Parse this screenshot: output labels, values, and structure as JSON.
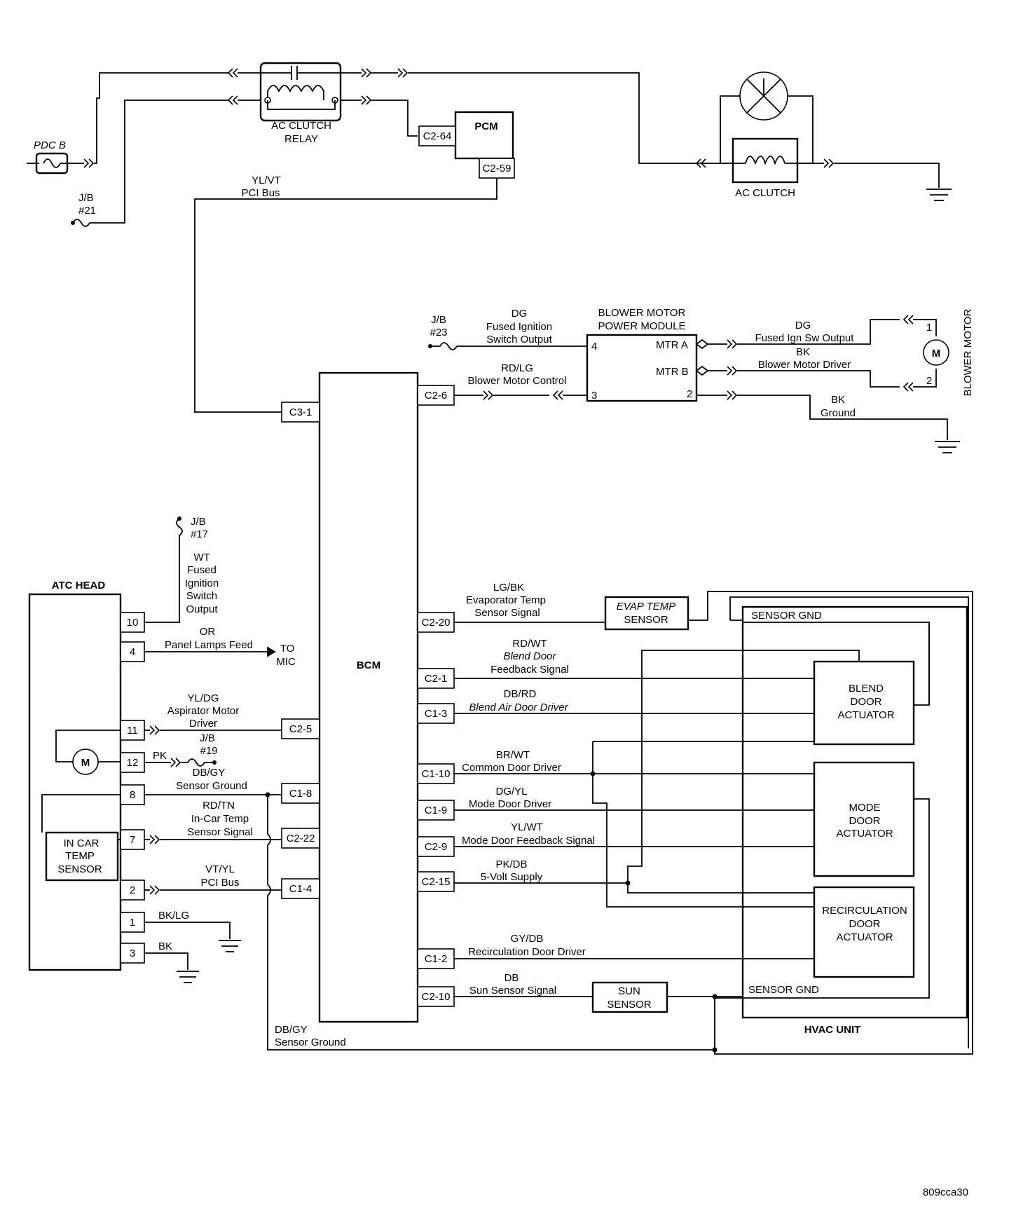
{
  "components": {
    "pdc_b": "PDC B",
    "jb_21": [
      "J/B",
      "#21"
    ],
    "ac_clutch_relay": [
      "AC CLUTCH",
      "RELAY"
    ],
    "pcm": "PCM",
    "ac_clutch": "AC CLUTCH",
    "blower_motor": "BLOWER MOTOR",
    "blower_module": [
      "BLOWER MOTOR",
      "POWER MODULE"
    ],
    "jb_23": [
      "J/B",
      "#23"
    ],
    "bcm": "BCM",
    "jb_17": [
      "J/B",
      "#17"
    ],
    "jb_19": [
      "J/B",
      "#19"
    ],
    "atc_head": "ATC HEAD",
    "in_car_temp_sensor": [
      "IN CAR",
      "TEMP",
      "SENSOR"
    ],
    "to_mic": [
      "TO",
      "MIC"
    ],
    "evap_temp_sensor": [
      "EVAP TEMP",
      "SENSOR"
    ],
    "blend_door_actuator": [
      "BLEND",
      "DOOR",
      "ACTUATOR"
    ],
    "mode_door_actuator": [
      "MODE",
      "DOOR",
      "ACTUATOR"
    ],
    "recirc_door_actuator": [
      "RECIRCULATION",
      "DOOR",
      "ACTUATOR"
    ],
    "sun_sensor": [
      "SUN",
      "SENSOR"
    ],
    "hvac_unit": "HVAC UNIT",
    "sensor_gnd_top": "SENSOR GND",
    "sensor_gnd_bottom": "SENSOR GND",
    "motor_symbol": "M"
  },
  "connectors": {
    "pcm_c2_64": "C2-64",
    "pcm_c2_59": "C2-59",
    "bcm_c3_1": "C3-1",
    "bcm_c2_6": "C2-6",
    "bcm_c2_5": "C2-5",
    "bcm_c1_8": "C1-8",
    "bcm_c2_22": "C2-22",
    "bcm_c1_4": "C1-4",
    "bcm_c2_20": "C2-20",
    "bcm_c2_1": "C2-1",
    "bcm_c1_3": "C1-3",
    "bcm_c1_10": "C1-10",
    "bcm_c1_9": "C1-9",
    "bcm_c2_9": "C2-9",
    "bcm_c2_15": "C2-15",
    "bcm_c1_2": "C1-2",
    "bcm_c2_10": "C2-10"
  },
  "pins": {
    "module_4": "4",
    "module_3": "3",
    "module_2": "2",
    "module_mtr_a": "MTR  A",
    "module_mtr_b": "MTR  B",
    "motor_1": "1",
    "motor_2": "2",
    "atc": [
      "10",
      "4",
      "11",
      "12",
      "8",
      "7",
      "2",
      "1",
      "3"
    ]
  },
  "wires": {
    "pci_top": [
      "YL/VT",
      "PCI Bus"
    ],
    "dg_fused": [
      "DG",
      "Fused Ignition",
      "Switch Output"
    ],
    "rd_lg": [
      "RD/LG",
      "Blower Motor Control"
    ],
    "dg_ign": [
      "DG",
      "Fused Ign Sw Output"
    ],
    "bk_blower": [
      "BK",
      "Blower Motor Driver"
    ],
    "bk_ground": [
      "BK",
      "Ground"
    ],
    "wt_fused": [
      "WT",
      "Fused",
      "Ignition",
      "Switch",
      "Output"
    ],
    "or_panel": [
      "OR",
      "Panel Lamps Feed"
    ],
    "yl_dg": [
      "YL/DG",
      "Aspirator Motor",
      "Driver"
    ],
    "pk": "PK",
    "db_gy_sensor": [
      "DB/GY",
      "Sensor Ground"
    ],
    "rd_tn": [
      "RD/TN",
      "In-Car Temp",
      "Sensor Signal"
    ],
    "vt_yl": [
      "VT/YL",
      "PCI Bus"
    ],
    "bk_lg": "BK/LG",
    "bk": "BK",
    "lg_bk": [
      "LG/BK",
      "Evaporator Temp",
      "Sensor Signal"
    ],
    "rd_wt": [
      "RD/WT",
      "Blend Door",
      "Feedback Signal"
    ],
    "db_rd": [
      "DB/RD",
      "Blend Air Door Driver"
    ],
    "br_wt": [
      "BR/WT",
      "Common Door Driver"
    ],
    "dg_yl": [
      "DG/YL",
      "Mode Door Driver"
    ],
    "yl_wt": [
      "YL/WT",
      "Mode Door Feedback Signal"
    ],
    "pk_db": [
      "PK/DB",
      "5-Volt Supply"
    ],
    "gy_db": [
      "GY/DB",
      "Recirculation Door Driver"
    ],
    "db_sun": [
      "DB",
      "Sun Sensor Signal"
    ],
    "db_gy_bottom": [
      "DB/GY",
      "Sensor Ground"
    ]
  },
  "figure_id": "809cca30"
}
